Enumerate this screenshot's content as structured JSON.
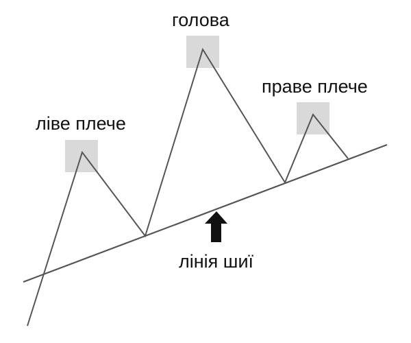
{
  "labels": {
    "left_shoulder": "ліве плече",
    "head": "голова",
    "right_shoulder": "праве плече",
    "neckline": "лінія шиї"
  },
  "colors": {
    "line": "#555555",
    "marker": "#d9d9d9",
    "arrow": "#111111",
    "text": "#111111",
    "background": "#ffffff"
  },
  "icons": {
    "neckline_pointer": "up-arrow-icon"
  }
}
